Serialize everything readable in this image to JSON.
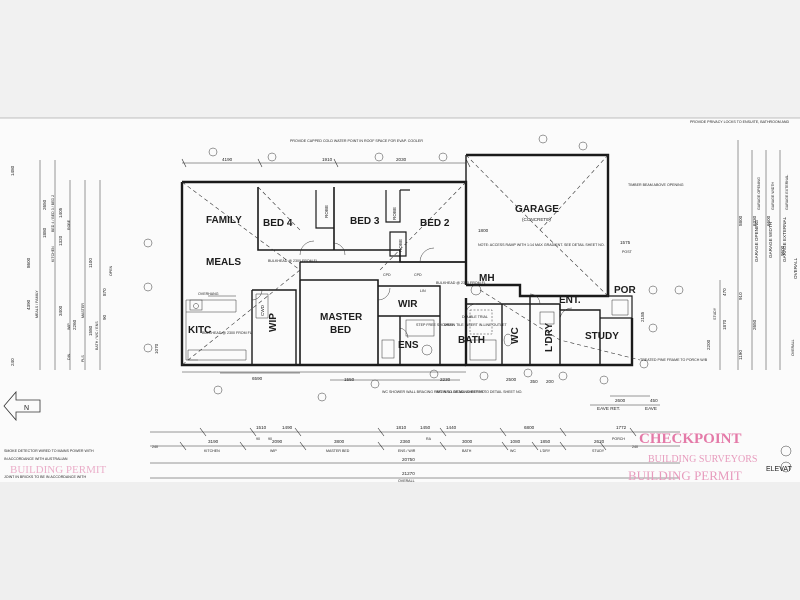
{
  "header_note": "PROVIDE PRIVACY LOCKS TO ENSUITE, BATHROOM AND",
  "rooms": {
    "family": "FAMILY",
    "meals": "MEALS",
    "kitc": "KITC",
    "wip": "WIP",
    "cwd_kit": "CWD",
    "bed4": "BED 4",
    "robe4": "ROBE",
    "bed3": "BED 3",
    "robe3": "ROBE",
    "robe2": "ROBE",
    "bed2": "BED 2",
    "master_bed_1": "MASTER",
    "master_bed_2": "BED",
    "wir": "WIR",
    "ens": "ENS",
    "bath": "BATH",
    "wc": "WC",
    "ldry": "L'DRY",
    "study": "STUDY",
    "ent": "ENT.",
    "por": "POR",
    "garage": "GARAGE",
    "garage_sub": "(CONCRETE)",
    "mh": "MH",
    "cpd_1": "CPD",
    "cpd_2": "CPD",
    "lin": "LIN"
  },
  "notes": {
    "hws": "PROVIDE CAPPED COLD WATER POINT IN ROOF SPACE FOR EVAP. COOLER",
    "bulkhead1": "BULKHEAD @ 2300 FROM FL",
    "bulkhead2": "BULKHEAD @ 2300 FROM FL",
    "bulkhead3": "BULKHEAD @ 2300 FROM FL",
    "overhang": "OVERHANG",
    "note_access": "NOTE: ACCESS RAMP WITH 1:14 MAX GRADIENT. SEE DETAIL SHEET NO.",
    "timber_beam": "TIMBER BEAM ABOVE OPENING",
    "post": "POST",
    "treated_pine": "TREATED PINE FRAME TO PORCH W/B",
    "double_trial": "DOUBLE TRIAL",
    "drain_tile": "DRAIN TILE INSERT IN-LINE OUTLET",
    "step_free": "STEP FREE SHOWER",
    "wc_shower": "WC SHOWER WALL BRACING REFER TO DETAIL SHEET NO.",
    "wc_wall": "WC WALL BRACING REFER TO DETAIL SHEET NO.",
    "eave_ret": "EAVE RET.",
    "eave": "EAVE",
    "elevat": "ELEVAT",
    "smoke": "SMOKE DETECTOR WIRED TO MAINS POWER WITH",
    "smoke2": "IN ACCORDANCE WITH AUSTRALIAN",
    "smoke3": "JOINT IN BRICKS TO BE IN ACCORDANCE WITH",
    "garage_opening": "GARAGE OPENING",
    "garage_width": "GARAGE WIDTH",
    "garage_external": "GARAGE EXTERNAL",
    "overall": "OVERALL"
  },
  "top_dims": [
    "4190",
    "1910",
    "2030"
  ],
  "bottom_dims": {
    "row1": [
      "1510",
      "1490",
      "1810",
      "1450",
      "1440",
      "6800",
      "1772"
    ],
    "row1b": [
      "90",
      "90",
      "RA",
      "PORCH"
    ],
    "row2": [
      "3190",
      "2090",
      "3800",
      "2360",
      "3000",
      "1080",
      "1850",
      "2620"
    ],
    "row2_labels": [
      "KITCHEN",
      "WIP",
      "MASTER BED",
      "ENS / WIR",
      "BATH",
      "WC",
      "L'DRY",
      "STUDY"
    ],
    "row2_edge": [
      "240",
      "240"
    ],
    "sub_total": "20750",
    "overall": "21270",
    "overall_label": "OVERALL"
  },
  "inner_dims": {
    "d6590": "6590",
    "d1550": "1550",
    "d2230": "2230",
    "d2500": "2500",
    "d1800": "1800",
    "d1575": "1575",
    "d2185": "2185",
    "d350": "350",
    "d200": "200",
    "d2600": "2600",
    "d450": "450",
    "d1070": "1070"
  },
  "left_dims": [
    "1480",
    "8600",
    "1880",
    "1405",
    "1320",
    "2650",
    "4390",
    "3400",
    "2260",
    "1580",
    "240",
    "1100",
    "870",
    "90"
  ],
  "left_labels": [
    "MEALS / FAMILY",
    "KITCHEN",
    "WIP",
    "MASTER",
    "BATH / WC / ENS",
    "DIN.",
    "PLS",
    "BED 4 / BED 3 / BED 2",
    "ROBE",
    "OPEN"
  ],
  "right_dims": [
    "1870",
    "2200",
    "1190",
    "2650",
    "5800",
    "6330",
    "6600",
    "9600",
    "470",
    "910"
  ],
  "right_labels": [
    "STUDY",
    "GARAGE OPENING",
    "GARAGE WIDTH",
    "GARAGE EXTERNAL",
    "OVERALL"
  ],
  "stamp": {
    "line1": "CHECKPOINT",
    "line2": "BUILDING SURVEYORS",
    "line3": "BUILDING PERMIT",
    "left_mark": "BUILDING PERMIT"
  },
  "compass_letter": "N",
  "colors": {
    "line": "#1a1a1a",
    "stamp": "#e47aa8",
    "paper": "#fbfbfb",
    "border": "#f1f1f1"
  }
}
